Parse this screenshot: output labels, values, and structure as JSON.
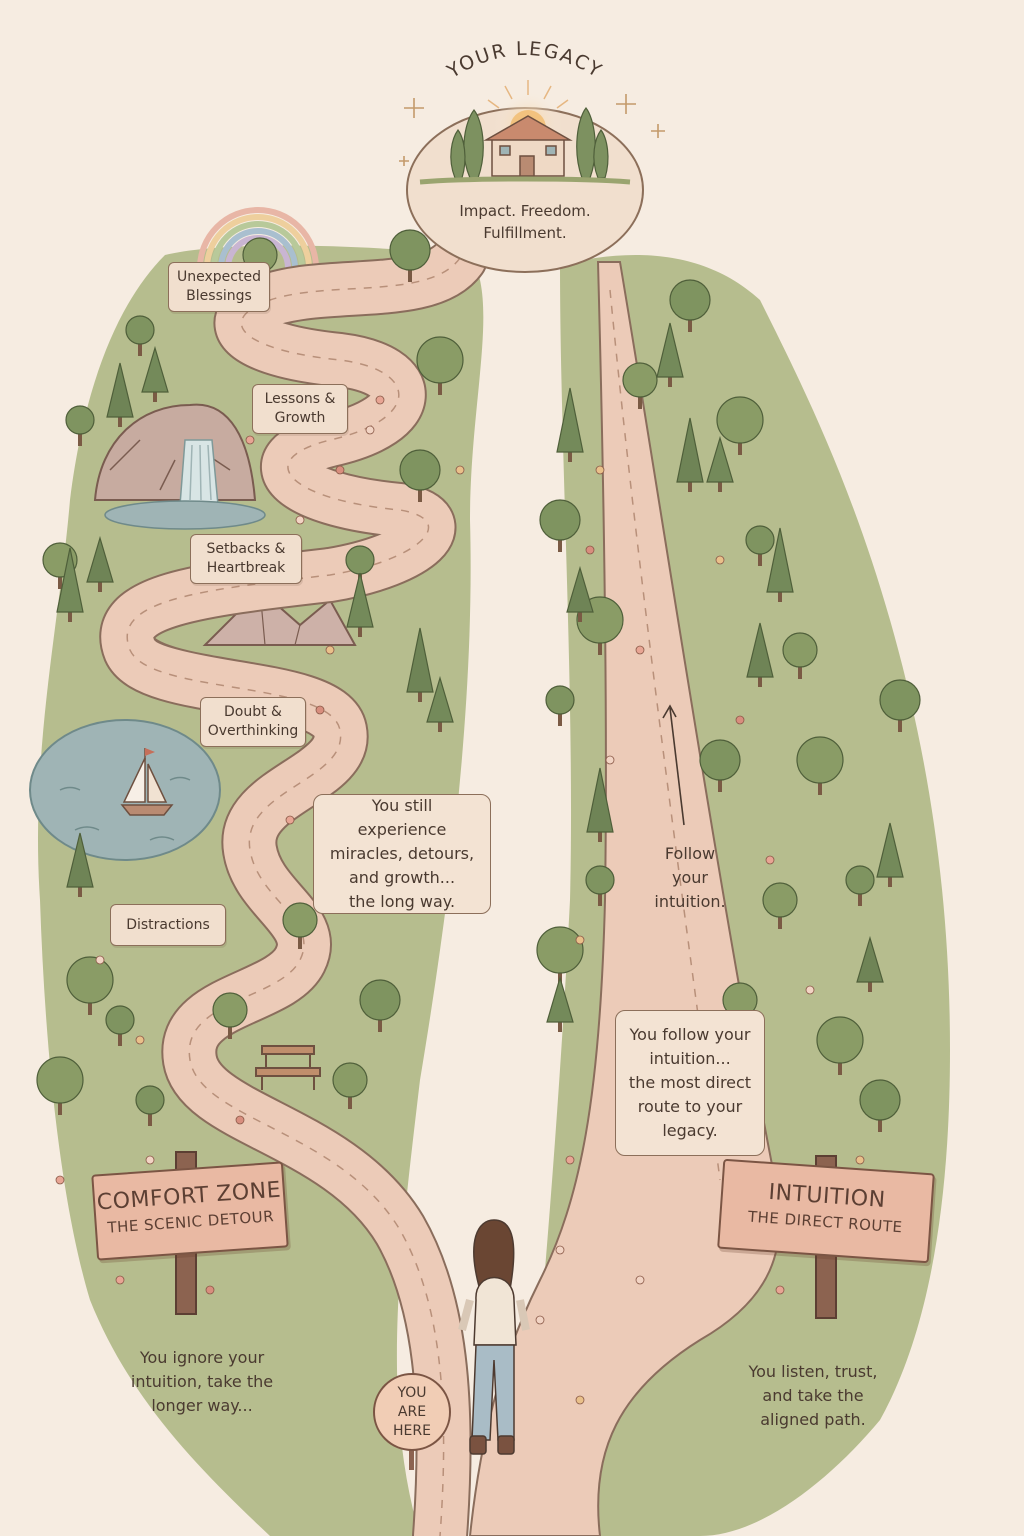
{
  "header": {
    "title": "YOUR LEGACY",
    "legacy_caption": "Impact. Freedom.\nFulfillment."
  },
  "scenic_path_labels": [
    "Unexpected\nBlessings",
    "Lessons &\nGrowth",
    "Setbacks &\nHeartbreak",
    "Doubt &\nOverthinking",
    "Distractions"
  ],
  "notes": {
    "scenic_note": "You still experience\nmiracles, detours,\nand growth...\nthe long way.",
    "follow_note": "Follow\nyour\nintuition.",
    "direct_note": "You follow your\nintuition...\nthe most direct\nroute to your\nlegacy."
  },
  "signs": {
    "left_title": "COMFORT ZONE",
    "left_subtitle": "THE SCENIC DETOUR",
    "right_title": "INTUITION",
    "right_subtitle": "THE DIRECT ROUTE"
  },
  "captions": {
    "left": "You ignore your\nintuition, take the\nlonger way...",
    "right": "You listen, trust,\nand take the\naligned path."
  },
  "marker": {
    "you_are_here": "YOU\nARE\nHERE"
  },
  "colors": {
    "background": "#f6ece1",
    "path": "#eccbb8",
    "foliage": "#8fa06a",
    "sign": "#e9b9a3",
    "water": "#9fb4b5"
  }
}
